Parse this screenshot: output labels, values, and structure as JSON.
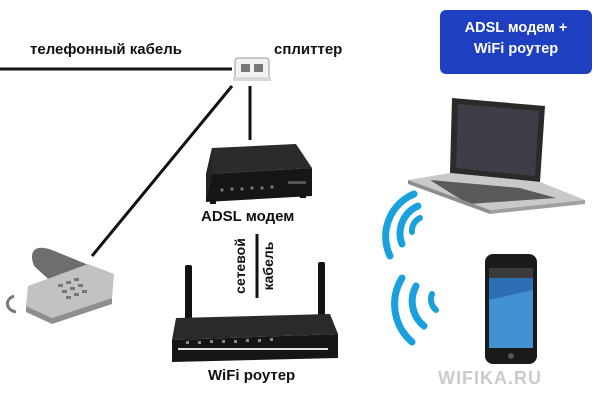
{
  "title": {
    "line1": "ADSL модем +",
    "line2": "WiFi роутер"
  },
  "labels": {
    "phone_cable": "телефонный кабель",
    "splitter": "сплиттер",
    "adsl_modem": "ADSL модем",
    "network_cable_line1": "сетевой",
    "network_cable_line2": "кабель",
    "wifi_router": "WiFi роутер"
  },
  "watermark": "WIFIKA.RU",
  "colors": {
    "title_box": "#1e3fbf",
    "wifi_waves": "#1aa0dc",
    "lines": "#111111",
    "device_dark": "#1c1c1c"
  },
  "icons": [
    "splitter-icon",
    "adsl-modem-icon",
    "wifi-router-icon",
    "laptop-icon",
    "smartphone-icon",
    "telephone-icon",
    "wifi-signal-icon"
  ]
}
